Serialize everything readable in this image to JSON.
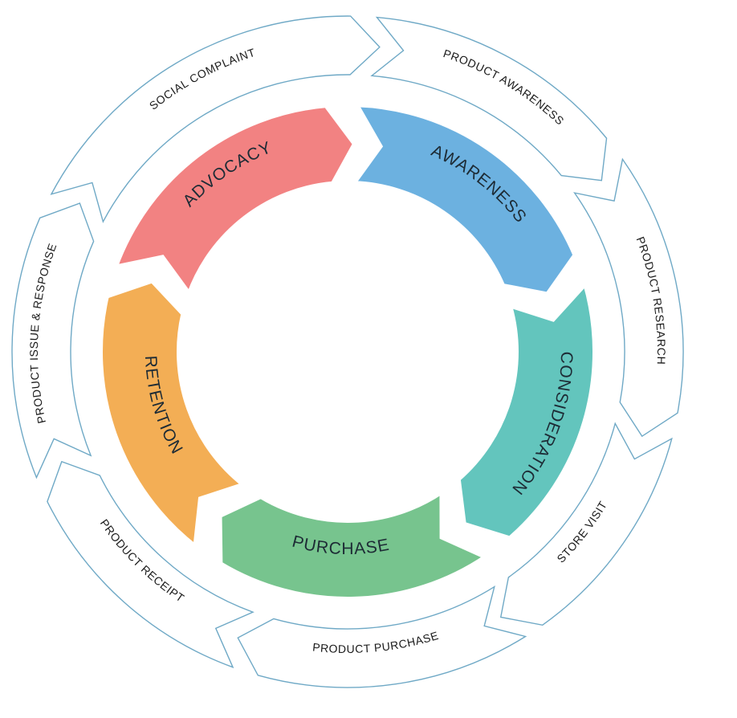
{
  "inner_stages": [
    {
      "label": "AWARENESS",
      "color": "#6cb1e0"
    },
    {
      "label": "CONSIDERATION",
      "color": "#63c5bd"
    },
    {
      "label": "PURCHASE",
      "color": "#77c48e"
    },
    {
      "label": "RETENTION",
      "color": "#f3ae55"
    },
    {
      "label": "ADVOCACY",
      "color": "#f28282"
    }
  ],
  "outer_touchpoints": [
    {
      "label": "PRODUCT AWARENESS"
    },
    {
      "label": "PRODUCT RESEARCH"
    },
    {
      "label": "STORE VISIT"
    },
    {
      "label": "PRODUCT PURCHASE"
    },
    {
      "label": "PRODUCT RECEIPT"
    },
    {
      "label": "PRODUCT ISSUE & RESPONSE"
    },
    {
      "label": "SOCIAL COMPLAINT"
    }
  ],
  "outer_stroke_color": "#6fa9c6"
}
